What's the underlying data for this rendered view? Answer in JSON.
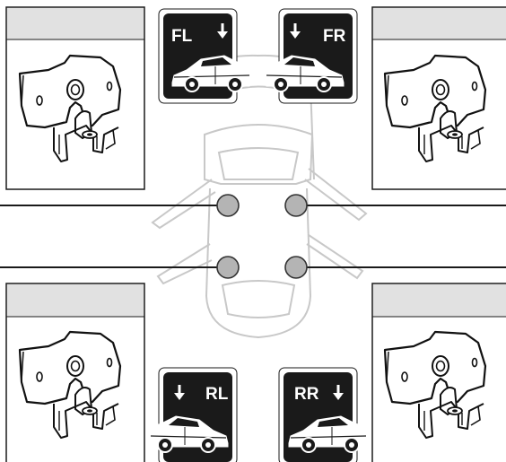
{
  "badges": {
    "front_left": "FL",
    "front_right": "FR",
    "rear_left": "RL",
    "rear_right": "RR"
  },
  "icons": {
    "hinge_part": "door-hinge-bracket-icon",
    "car_side": "car-side-view-icon",
    "arrow": "down-arrow-icon",
    "hinge_point": "hinge-location-dot"
  },
  "colors": {
    "panel_header": "#e1e1e1",
    "badge_bg": "#1a1a1a",
    "car_outline": "#c8c8c8",
    "hinge_dot": "#b4b4b4"
  }
}
